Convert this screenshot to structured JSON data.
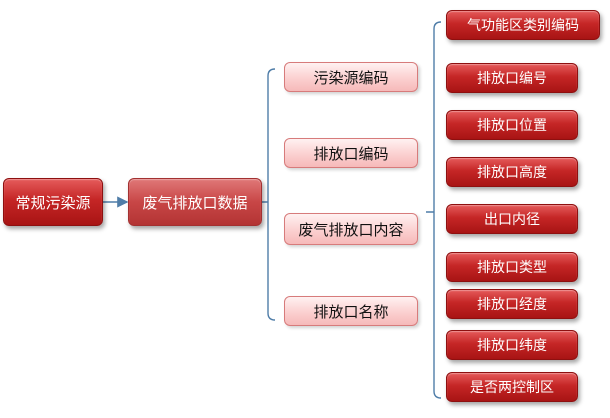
{
  "diagram": {
    "root": {
      "label": "常规污染源"
    },
    "level1": {
      "label": "废气排放口数据"
    },
    "level2": [
      {
        "label": "污染源编码"
      },
      {
        "label": "排放口编码"
      },
      {
        "label": "废气排放口内容"
      },
      {
        "label": "排放口名称"
      }
    ],
    "level3": [
      {
        "label": "气功能区类别编码"
      },
      {
        "label": "排放口编号"
      },
      {
        "label": "排放口位置"
      },
      {
        "label": "排放口高度"
      },
      {
        "label": "出口内径"
      },
      {
        "label": "排放口类型"
      },
      {
        "label": "排放口经度"
      },
      {
        "label": "排放口纬度"
      },
      {
        "label": "是否两控制区"
      }
    ]
  },
  "colors": {
    "connector": "#4f7da8",
    "arrow": "#4f7da8",
    "dark_node": "#c52626",
    "light_node": "#fbd0d0"
  }
}
